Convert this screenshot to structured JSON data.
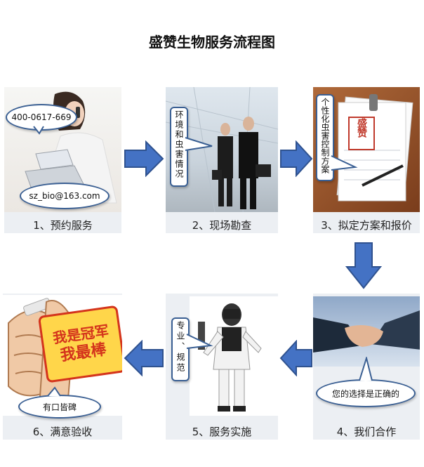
{
  "title": "盛赞生物服务流程图",
  "steps": [
    {
      "label": "1、预约服务",
      "bubbles": [
        "400-0617-669",
        "sz_bio@163.com"
      ]
    },
    {
      "label": "2、现场勘查",
      "bubble_v": "环境和虫害情况"
    },
    {
      "label": "3、拟定方案和报价",
      "bubble_v": "个性化虫害控制方案",
      "seal_text": "盛赞"
    },
    {
      "label": "4、我们合作",
      "bubble": "您的选择是正确的"
    },
    {
      "label": "5、服务实施",
      "bubble_v": "专业、规范"
    },
    {
      "label": "6、满意验收",
      "bubble": "有口皆碑",
      "badge_line1": "我是冠军",
      "badge_line2": "我最棒"
    }
  ],
  "colors": {
    "arrow": "#4472c4",
    "arrow_dark": "#2f528f",
    "bubble_border": "#3a5f93",
    "panel_bg": "#eceff3"
  }
}
